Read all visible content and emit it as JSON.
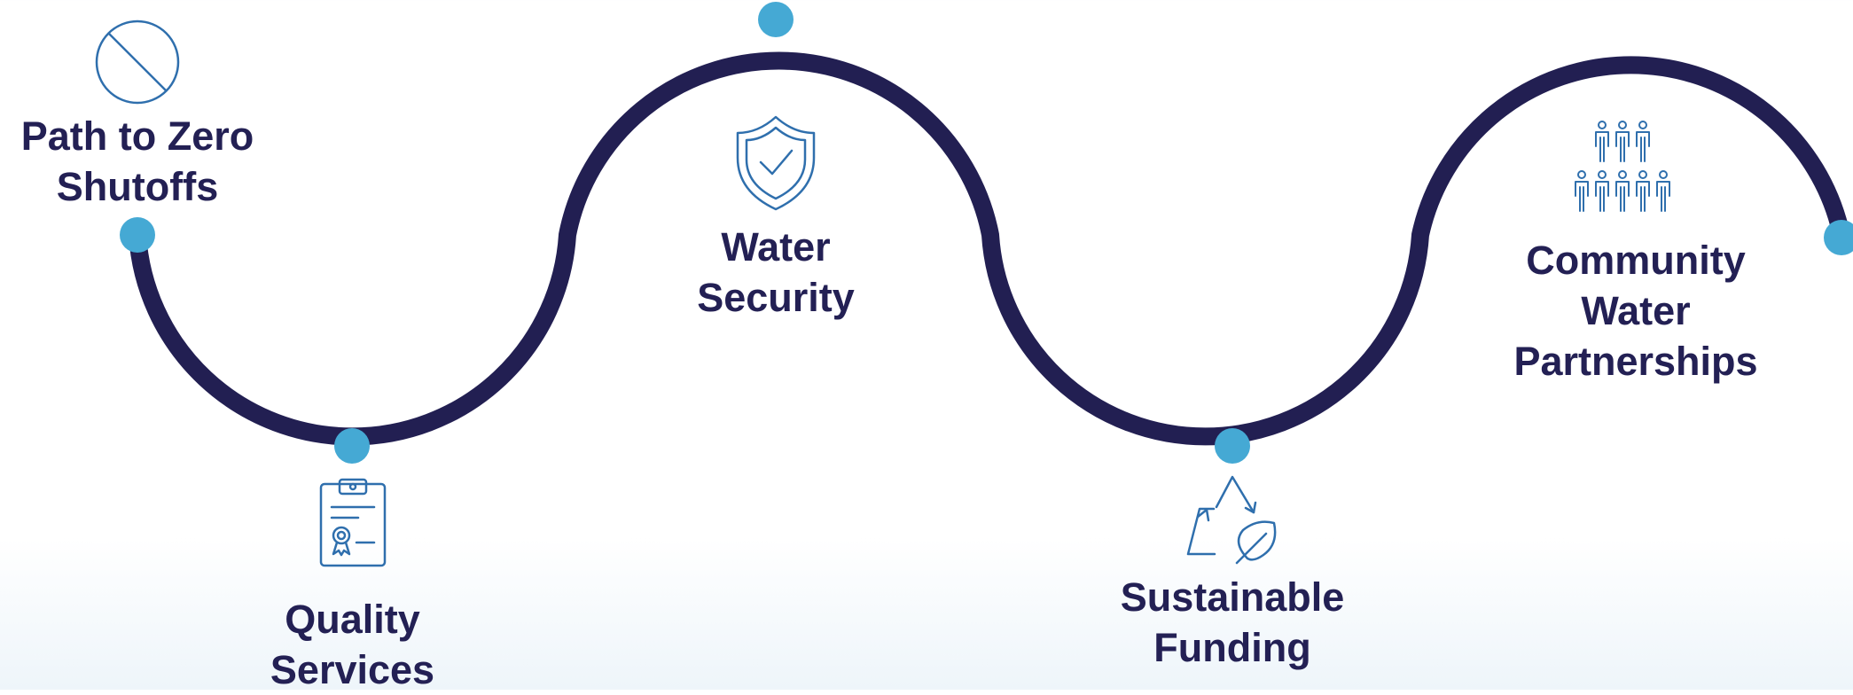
{
  "colors": {
    "path": "#221f52",
    "node": "#45a9d4",
    "icon": "#2f6fad",
    "text": "#232054"
  },
  "milestones": [
    {
      "id": "path-to-zero-shutoffs",
      "lines": [
        "Path to Zero",
        "Shutoffs"
      ],
      "icon": "prohibited-circle-icon"
    },
    {
      "id": "quality-services",
      "lines": [
        "Quality",
        "Services"
      ],
      "icon": "certificate-clipboard-icon"
    },
    {
      "id": "water-security",
      "lines": [
        "Water",
        "Security"
      ],
      "icon": "shield-check-icon"
    },
    {
      "id": "sustainable-funding",
      "lines": [
        "Sustainable",
        "Funding"
      ],
      "icon": "recycle-leaf-icon"
    },
    {
      "id": "community-water-partnerships",
      "lines": [
        "Community",
        "Water",
        "Partnerships"
      ],
      "icon": "people-group-icon"
    }
  ]
}
